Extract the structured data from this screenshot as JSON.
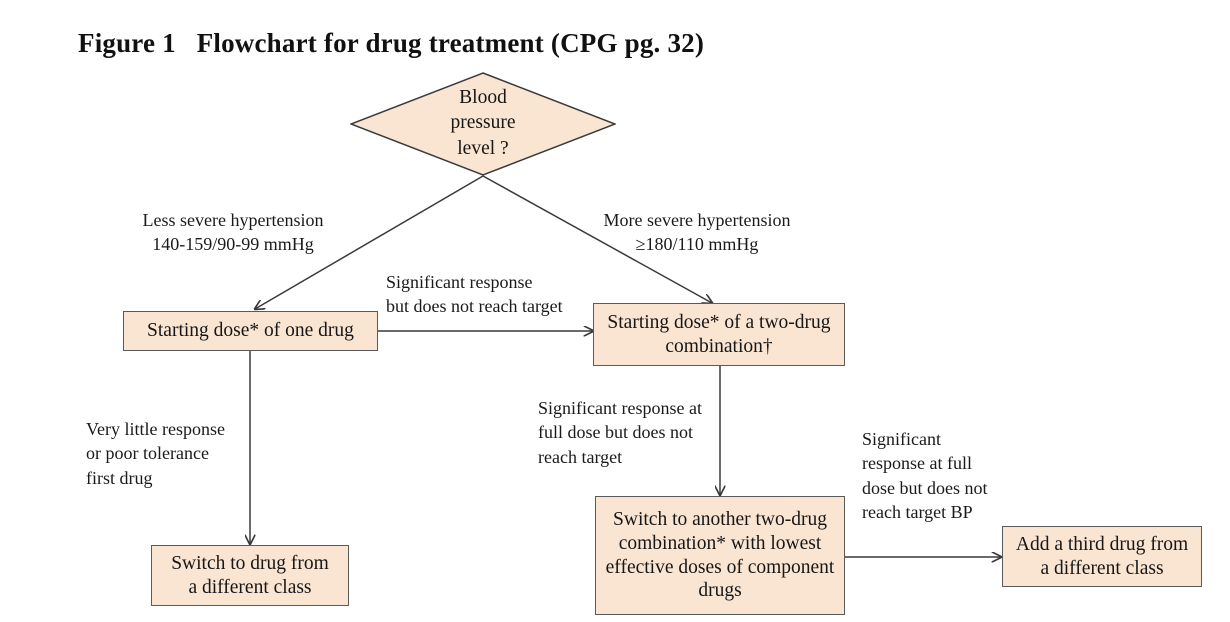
{
  "figure": {
    "title": "Figure 1   Flowchart for drug treatment (CPG pg. 32)"
  },
  "colors": {
    "node_fill": "#fae5d3",
    "node_border": "#5a5a5a",
    "edge_stroke": "#3a3a3a",
    "text": "#161616",
    "background": "#ffffff"
  },
  "chart_data": {
    "type": "diagram",
    "title": "Figure 1   Flowchart for drug treatment (CPG pg. 32)",
    "nodes": [
      {
        "id": "bp-level",
        "shape": "diamond",
        "text": "Blood\npressure\nlevel ?"
      },
      {
        "id": "one-drug",
        "shape": "rect",
        "text": "Starting dose* of one drug"
      },
      {
        "id": "two-drug",
        "shape": "rect",
        "text": "Starting dose* of a two-drug\ncombination†"
      },
      {
        "id": "switch-class",
        "shape": "rect",
        "text": "Switch to drug from\na different class"
      },
      {
        "id": "switch-two-drug",
        "shape": "rect",
        "text": "Switch to another two-drug\ncombination* with lowest\neffective doses of component\ndrugs"
      },
      {
        "id": "third-drug",
        "shape": "rect",
        "text": "Add a third drug from\na different class"
      }
    ],
    "edges": [
      {
        "from": "bp-level",
        "to": "one-drug",
        "label": "Less severe hypertension\n140-159/90-99  mmHg"
      },
      {
        "from": "bp-level",
        "to": "two-drug",
        "label": "More severe hypertension\n≥180/110  mmHg"
      },
      {
        "from": "one-drug",
        "to": "two-drug",
        "label": "Significant response\nbut does not reach target"
      },
      {
        "from": "one-drug",
        "to": "switch-class",
        "label": "Very little  response\nor poor tolerance\nfirst drug"
      },
      {
        "from": "two-drug",
        "to": "switch-two-drug",
        "label": "Significant  response at\nfull  dose but does not\nreach target"
      },
      {
        "from": "switch-two-drug",
        "to": "third-drug",
        "label": "Significant\nresponse at full\ndose but does not\nreach target BP"
      }
    ]
  },
  "nodes": {
    "bp_level": "Blood\npressure\nlevel ?",
    "one_drug": "Starting dose* of one drug",
    "two_drug": "Starting dose* of a two-drug\ncombination†",
    "switch_class": "Switch to drug from\na different class",
    "switch_two_drug": "Switch to another two-drug\ncombination* with lowest\neffective doses of component\ndrugs",
    "third_drug": "Add a third drug from\na different class"
  },
  "labels": {
    "less_severe": "Less severe hypertension\n140-159/90-99  mmHg",
    "more_severe": "More severe hypertension\n≥180/110  mmHg",
    "significant_not_target": "Significant response\nbut does not reach target",
    "very_little_response": "Very little  response\nor poor tolerance\nfirst drug",
    "significant_full_dose": "Significant  response at\nfull  dose but does not\nreach target",
    "significant_full_dose_bp": "Significant\nresponse at full\ndose but does not\nreach target BP"
  }
}
